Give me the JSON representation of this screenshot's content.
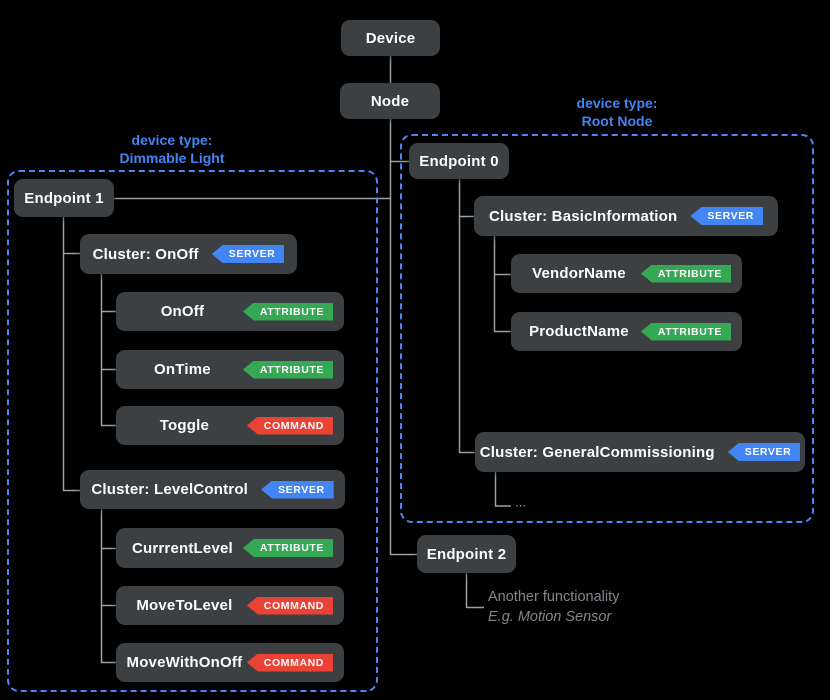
{
  "palette": {
    "background": "#000000",
    "box_background": "#3c4043",
    "box_text": "#ffffff",
    "connector_gray": "#9aa0a6",
    "group_dashed_blue": "#4e85f6",
    "device_type_label_blue": "#4285f4",
    "badge_server_blue": "#4285f4",
    "badge_attribute_green": "#34a853",
    "badge_command_red": "#ea4335",
    "note_gray": "#82878d"
  },
  "tree": {
    "device": {
      "label": "Device"
    },
    "node": {
      "label": "Node"
    }
  },
  "groups": {
    "dimmable_light": {
      "caption": "device type:",
      "name": "Dimmable Light"
    },
    "root_node": {
      "caption": "device type:",
      "name": "Root Node"
    }
  },
  "endpoint1": {
    "label": "Endpoint 1",
    "clusters": [
      {
        "label": "Cluster: OnOff",
        "badge": "SERVER",
        "children": [
          {
            "label": "OnOff",
            "badge": "ATTRIBUTE"
          },
          {
            "label": "OnTime",
            "badge": "ATTRIBUTE"
          },
          {
            "label": "Toggle",
            "badge": "COMMAND"
          }
        ]
      },
      {
        "label": "Cluster: LevelControl",
        "badge": "SERVER",
        "children": [
          {
            "label": "CurrrentLevel",
            "badge": "ATTRIBUTE"
          },
          {
            "label": "MoveToLevel",
            "badge": "COMMAND"
          },
          {
            "label": "MoveWithOnOff",
            "badge": "COMMAND"
          }
        ]
      }
    ]
  },
  "endpoint0": {
    "label": "Endpoint 0",
    "clusters": [
      {
        "label": "Cluster: BasicInformation",
        "badge": "SERVER",
        "children": [
          {
            "label": "VendorName",
            "badge": "ATTRIBUTE"
          },
          {
            "label": "ProductName",
            "badge": "ATTRIBUTE"
          }
        ]
      },
      {
        "label": "Cluster: GeneralCommissioning",
        "badge": "SERVER",
        "ellipsis": "⋯"
      }
    ]
  },
  "endpoint2": {
    "label": "Endpoint 2",
    "note_line1": "Another functionality",
    "note_line2": "E.g. Motion Sensor"
  }
}
